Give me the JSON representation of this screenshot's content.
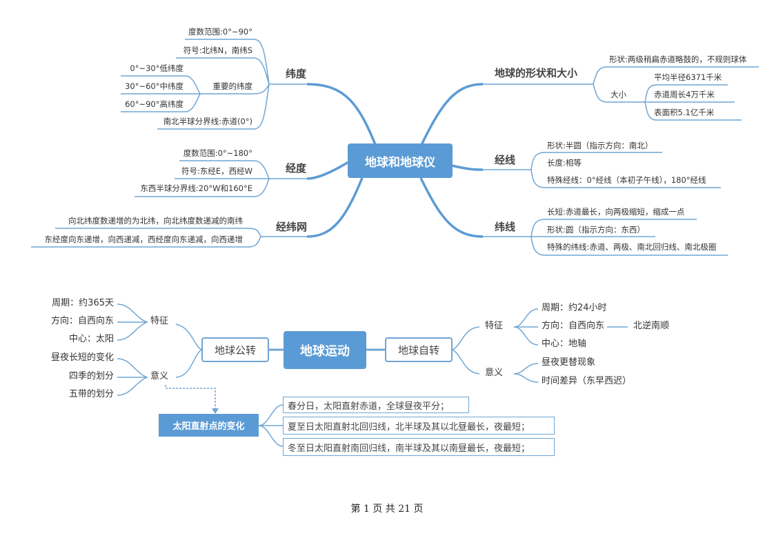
{
  "map1": {
    "center": "地球和地球仪",
    "latitude": {
      "label": "纬度",
      "range": "度数范围:0°~90°",
      "symbol": "符号:北纬N，南纬S",
      "important": {
        "label": "重要的纬度",
        "items": [
          "0°~30°低纬度",
          "30°~60°中纬度",
          "60°~90°高纬度"
        ]
      },
      "divide": "南北半球分界线:赤道(0°)"
    },
    "longitude": {
      "label": "经度",
      "items": [
        "度数范围:0°~180°",
        "符号:东经E，西经W",
        "东西半球分界线:20°W和160°E"
      ]
    },
    "grid": {
      "label": "经纬网",
      "items": [
        "向北纬度数递增的为北纬，向北纬度数递减的南纬",
        "东经度向东递增，向西递减，西经度向东递减，向西递增"
      ]
    },
    "shape": {
      "label": "地球的形状和大小",
      "form": "形状:两级稍扁赤道略鼓的，不规则球体",
      "size": {
        "label": "大小",
        "items": [
          "平均半径6371千米",
          "赤道周长4万千米",
          "表面积5.1亿千米"
        ]
      }
    },
    "meridian": {
      "label": "经线",
      "items": [
        "形状:半圆（指示方向：南北）",
        "长度:相等",
        "特殊经线：0°经线（本初子午线），180°经线"
      ]
    },
    "parallel": {
      "label": "纬线",
      "items": [
        "长短:赤道最长，向两极缩短，缩成一点",
        "形状:圆（指示方向：东西）",
        "特殊的纬线:赤道、两极、南北回归线、南北极圈"
      ]
    }
  },
  "map2": {
    "center": "地球运动",
    "revolution": {
      "label": "地球公转",
      "features": {
        "label": "特征",
        "items": [
          "周期：约365天",
          "方向：自西向东",
          "中心：太阳"
        ]
      },
      "meaning": {
        "label": "意义",
        "items": [
          "昼夜长短的变化",
          "四季的划分",
          "五带的划分"
        ]
      }
    },
    "rotation": {
      "label": "地球自转",
      "features": {
        "label": "特征",
        "items": [
          "周期：约24小时",
          "方向：自西向东",
          "中心：地轴"
        ],
        "note": "北逆南顺"
      },
      "meaning": {
        "label": "意义",
        "items": [
          "昼夜更替现象",
          "时间差异（东早西迟）"
        ]
      }
    },
    "sun": {
      "label": "太阳直射点的变化",
      "items": [
        "春分日，太阳直射赤道，全球昼夜平分；",
        "夏至日太阳直射北回归线，北半球及其以北昼最长，夜最短；",
        "冬至日太阳直射南回归线，南半球及其以南昼最长，夜最短；"
      ]
    }
  },
  "footer": "第 1 页 共 21 页",
  "colors": {
    "accent": "#5b9bd5",
    "line": "#6fa5d4"
  }
}
